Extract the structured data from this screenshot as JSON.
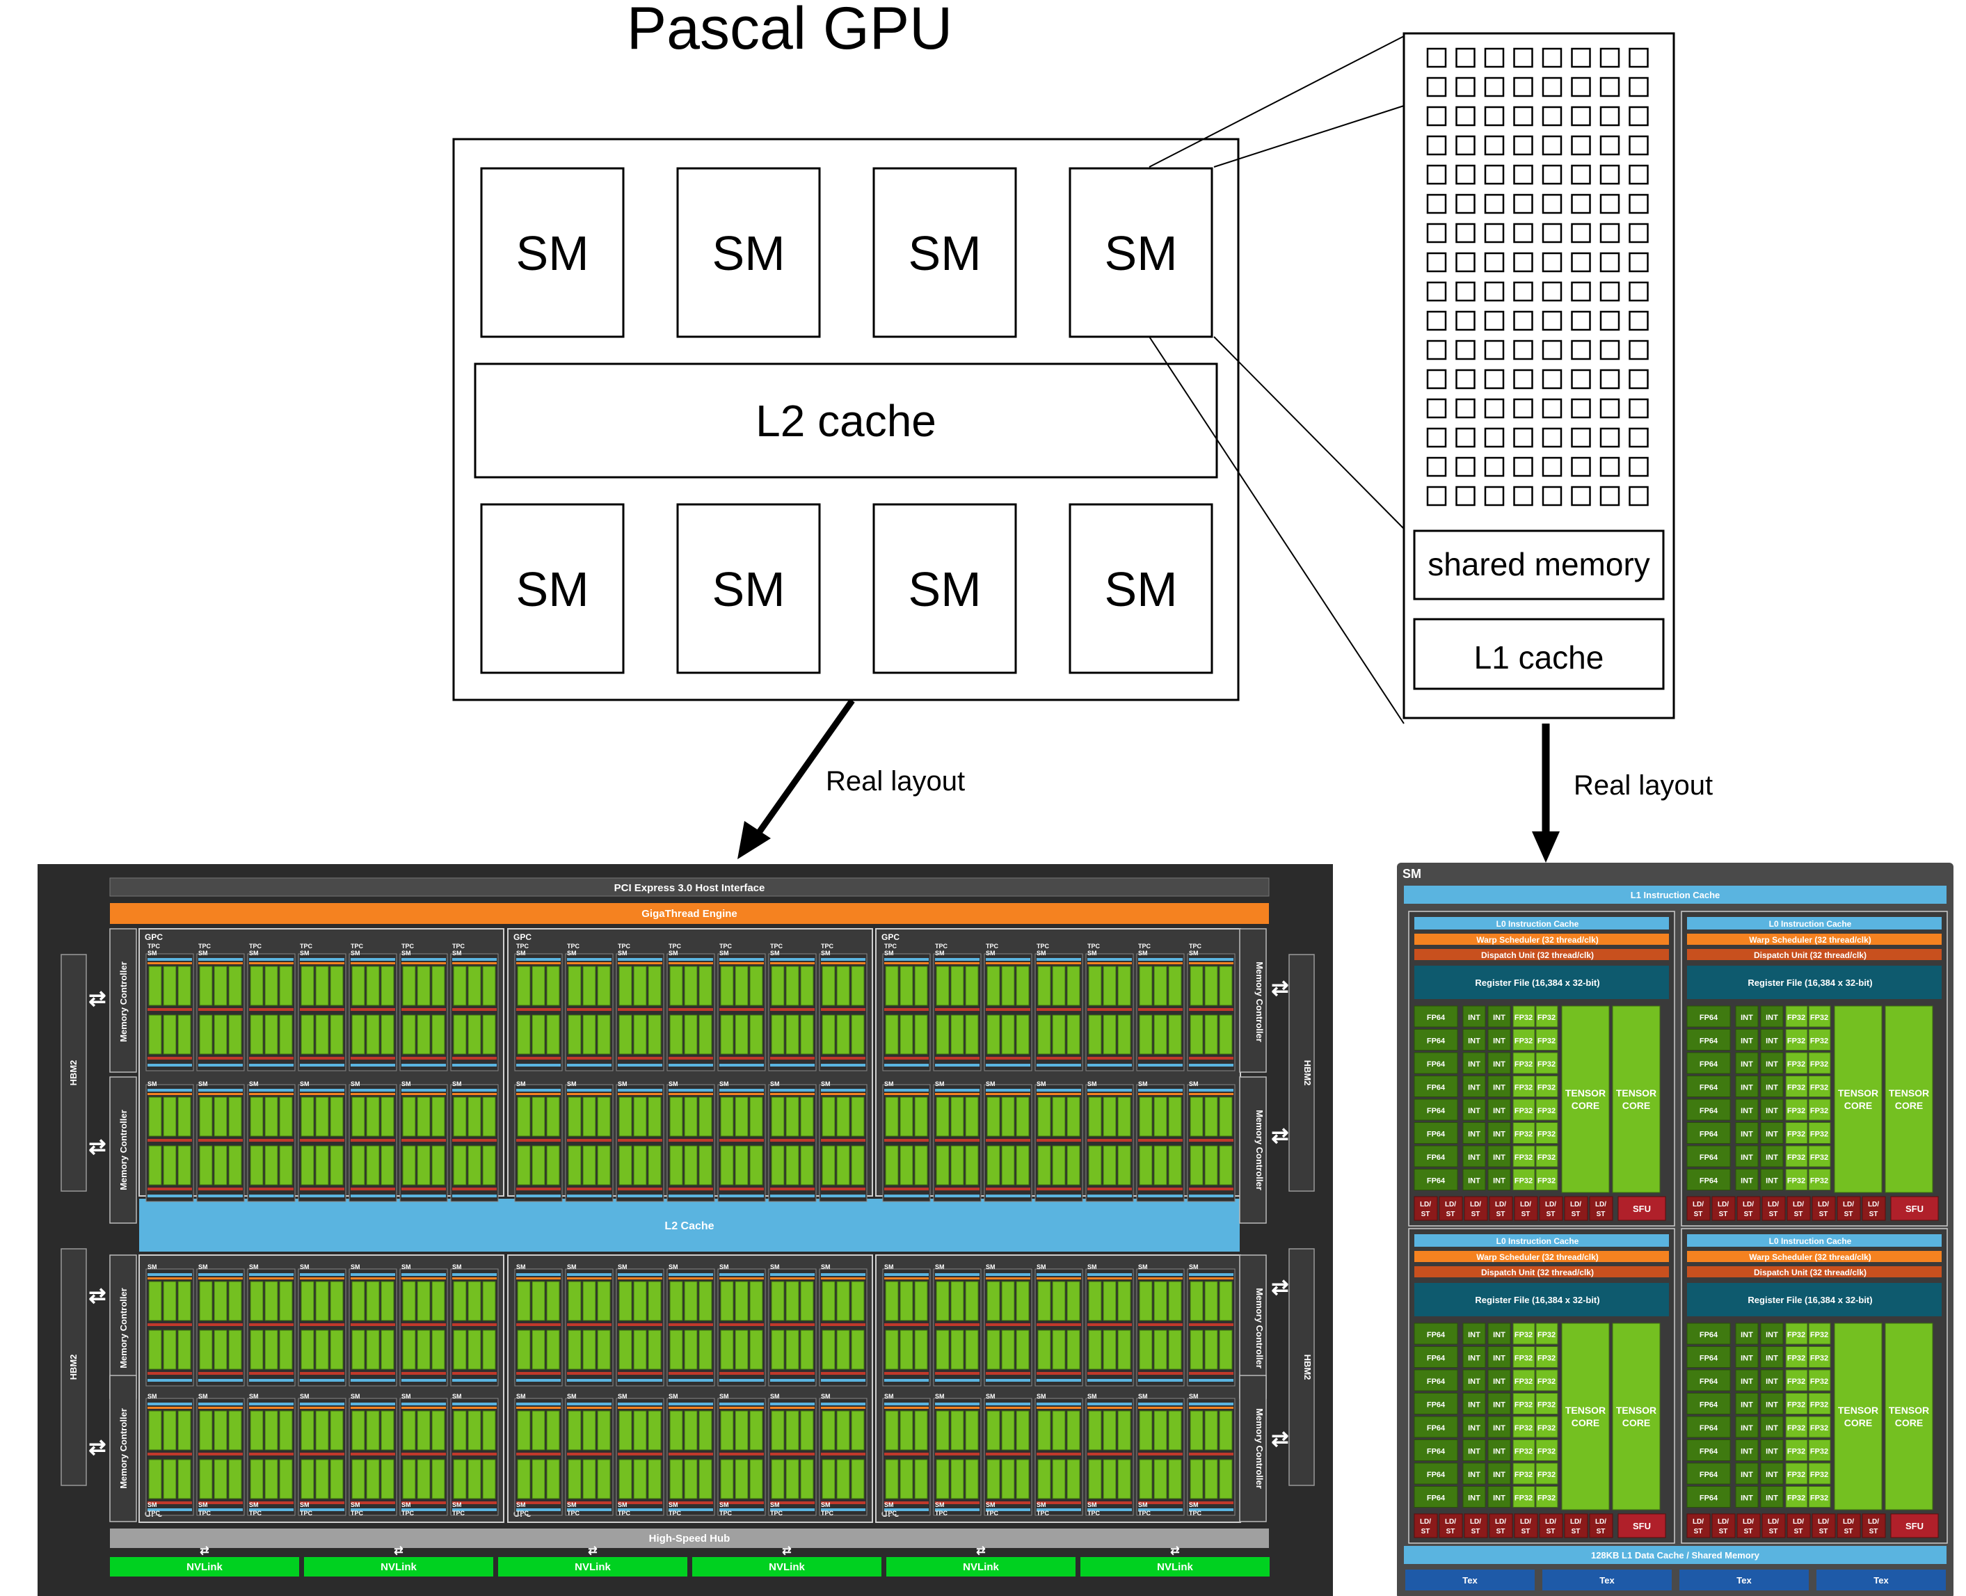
{
  "title": "Pascal GPU",
  "schematic": {
    "sm_label": "SM",
    "l2_label": "L2 cache",
    "shared_memory_label": "shared memory",
    "l1_label": "L1 cache",
    "arrow_label": "Real layout",
    "sm_rows": 2,
    "sm_per_row": 4,
    "core_grid_cols": 8,
    "core_grid_rows": 16
  },
  "gpu_layout": {
    "pcie": "PCI Express 3.0 Host Interface",
    "gigathread": "GigaThread Engine",
    "l2": "L2 Cache",
    "hub": "High-Speed Hub",
    "nvlink": "NVLink",
    "nvlink_count": 6,
    "memory_controller": "Memory Controller",
    "hbm": "HBM2",
    "gpc": "GPC",
    "tpc": "TPC",
    "sm": "SM",
    "colors": {
      "frame": "#2b2b2b",
      "orange": "#f58220",
      "l2": "#5ab4e0",
      "green": "#74c021",
      "nvlink": "#00d120",
      "hub": "#a0a0a0"
    }
  },
  "sm_layout": {
    "title": "SM",
    "l1i": "L1 Instruction Cache",
    "l0i": "L0 Instruction Cache",
    "warp": "Warp Scheduler (32 thread/clk)",
    "dispatch": "Dispatch Unit (32 thread/clk)",
    "regfile": "Register File (16,384 x 32-bit)",
    "fp64": "FP64",
    "int": "INT",
    "fp32": "FP32",
    "tensor1": "TENSOR",
    "tensor2": "CORE",
    "ldst1": "LD/",
    "ldst2": "ST",
    "sfu": "SFU",
    "l1d": "128KB L1 Data Cache / Shared Memory",
    "tex": "Tex"
  }
}
